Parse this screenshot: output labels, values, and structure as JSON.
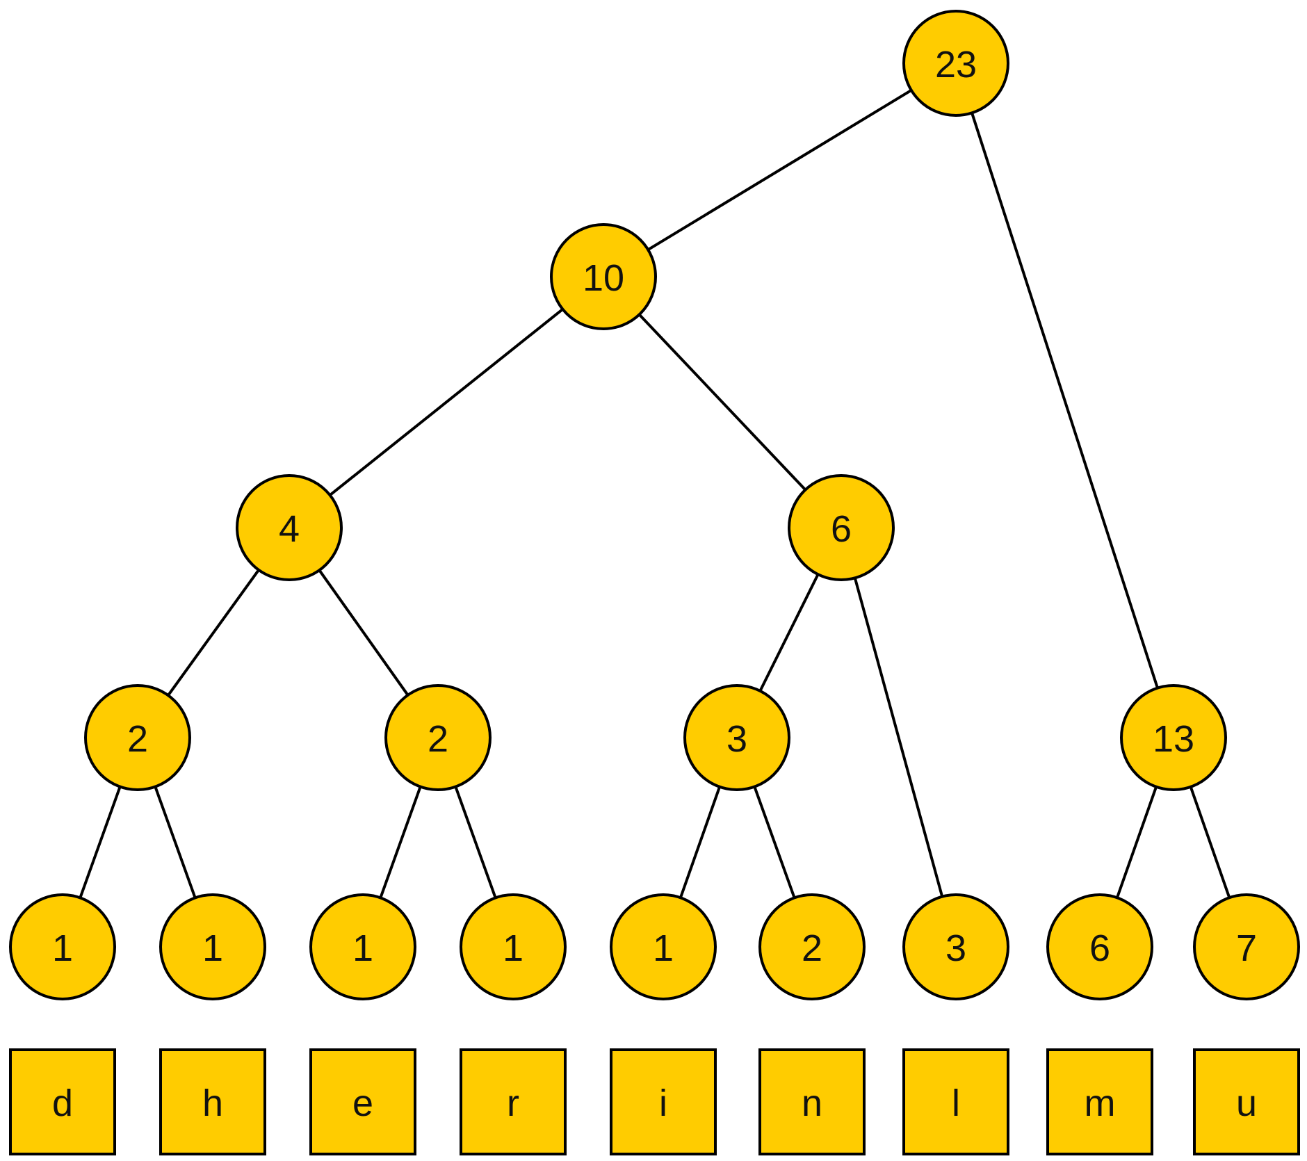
{
  "colors": {
    "node_fill": "#FFCC00",
    "stroke": "#000000",
    "background": "#FFFFFF"
  },
  "tree": {
    "nodes": [
      {
        "id": "n0",
        "value": "23"
      },
      {
        "id": "n1",
        "value": "10",
        "parent": "n0"
      },
      {
        "id": "n2",
        "value": "13",
        "parent": "n0"
      },
      {
        "id": "n3",
        "value": "4",
        "parent": "n1"
      },
      {
        "id": "n4",
        "value": "6",
        "parent": "n1"
      },
      {
        "id": "n5",
        "value": "2",
        "parent": "n3"
      },
      {
        "id": "n6",
        "value": "2",
        "parent": "n3"
      },
      {
        "id": "n7",
        "value": "3",
        "parent": "n4"
      },
      {
        "id": "n8",
        "value": "1",
        "parent": "n5",
        "symbol": "d"
      },
      {
        "id": "n9",
        "value": "1",
        "parent": "n5",
        "symbol": "h"
      },
      {
        "id": "n10",
        "value": "1",
        "parent": "n6",
        "symbol": "e"
      },
      {
        "id": "n11",
        "value": "1",
        "parent": "n6",
        "symbol": "r"
      },
      {
        "id": "n12",
        "value": "1",
        "parent": "n7",
        "symbol": "i"
      },
      {
        "id": "n13",
        "value": "2",
        "parent": "n7",
        "symbol": "n"
      },
      {
        "id": "n14",
        "value": "3",
        "parent": "n4",
        "symbol": "l"
      },
      {
        "id": "n15",
        "value": "6",
        "parent": "n2",
        "symbol": "m"
      },
      {
        "id": "n16",
        "value": "7",
        "parent": "n2",
        "symbol": "u"
      }
    ]
  }
}
